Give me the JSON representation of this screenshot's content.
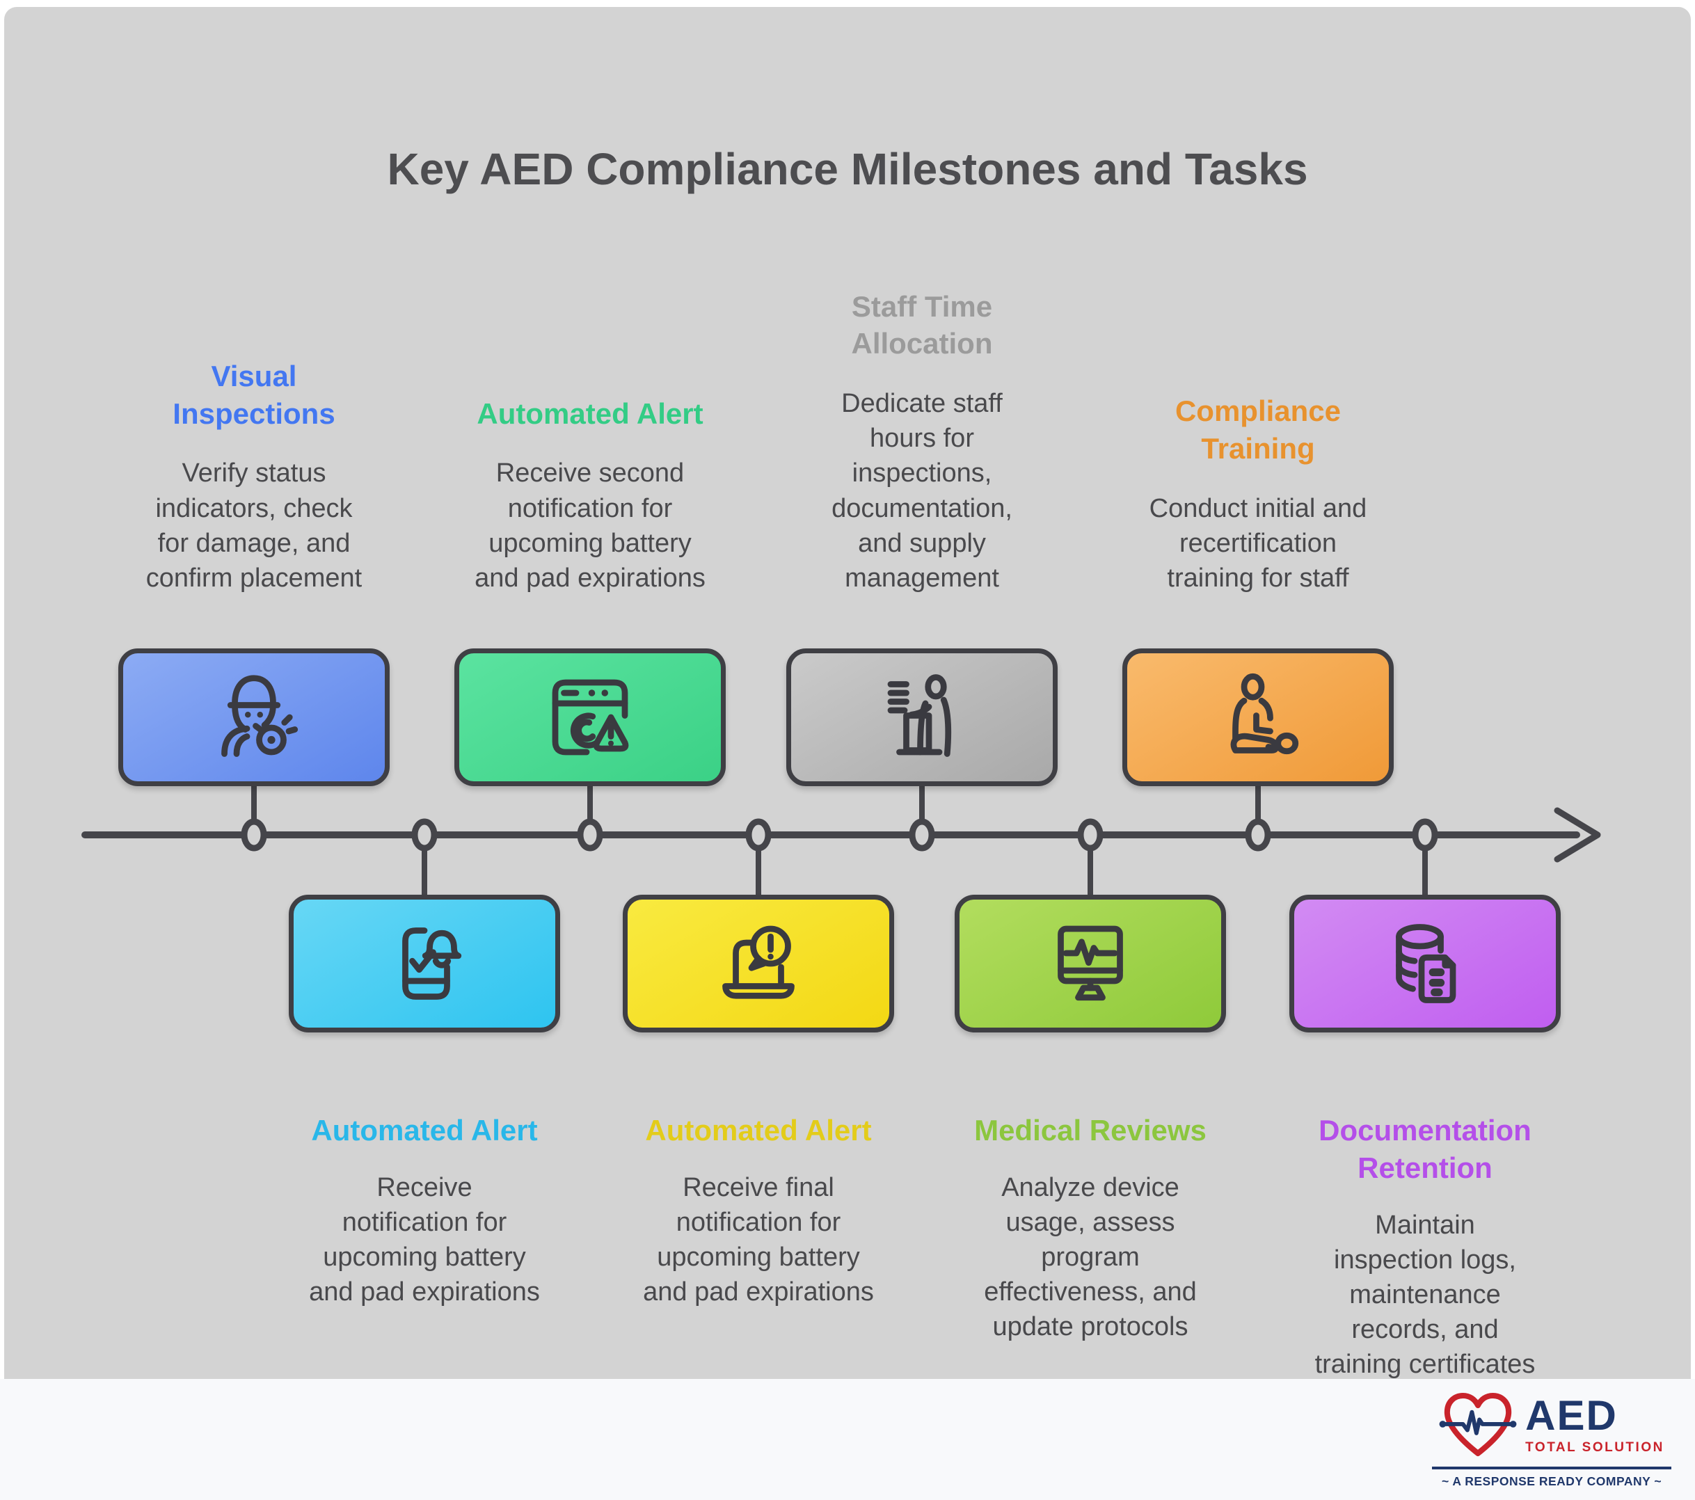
{
  "title": "Key AED Compliance Milestones and Tasks",
  "colors": {
    "background_gray": "#d3d3d3",
    "footer_background": "#f8f9fb",
    "title_text": "#4d4d50",
    "body_text": "#49494c",
    "timeline": "#45454a"
  },
  "milestones": [
    {
      "row": "top",
      "label": "Visual\nInspections",
      "description": "Verify status\nindicators, check\nfor damage, and\nconfirm placement",
      "accent": "#4377f1",
      "gradient_start": "#8cabf4",
      "gradient_end": "#5e86ec",
      "icon": "inspector-whistle-icon"
    },
    {
      "row": "bottom",
      "label": "Automated Alert",
      "description": "Receive\nnotification for\nupcoming battery\nand pad expirations",
      "accent": "#29b7e9",
      "gradient_start": "#67d7f5",
      "gradient_end": "#2ec4f0",
      "icon": "phone-notification-icon"
    },
    {
      "row": "top",
      "label": "Automated Alert",
      "description": "Receive second\nnotification for\nupcoming battery\nand pad expirations",
      "accent": "#33cc85",
      "gradient_start": "#5be3a0",
      "gradient_end": "#3bd186",
      "icon": "browser-alert-icon"
    },
    {
      "row": "bottom",
      "label": "Automated Alert",
      "description": "Receive final\nnotification for\nupcoming battery\nand pad expirations",
      "accent": "#e3cc1a",
      "gradient_start": "#f9ea40",
      "gradient_end": "#f3d814",
      "icon": "laptop-alert-icon"
    },
    {
      "row": "top",
      "label": "Staff Time\nAllocation",
      "description": "Dedicate staff\nhours for\ninspections,\ndocumentation,\nand supply\nmanagement",
      "accent": "#9b9b9b",
      "gradient_start": "#cacaca",
      "gradient_end": "#a9a9a9",
      "icon": "staff-desk-icon"
    },
    {
      "row": "bottom",
      "label": "Medical Reviews",
      "description": "Analyze device\nusage, assess\nprogram\neffectiveness, and\nupdate protocols",
      "accent": "#8cc63e",
      "gradient_start": "#b2dd5e",
      "gradient_end": "#8fca3a",
      "icon": "monitor-ecg-icon"
    },
    {
      "row": "top",
      "label": "Compliance\nTraining",
      "description": "Conduct initial and\nrecertification\ntraining for staff",
      "accent": "#e8922e",
      "gradient_start": "#f9ba6c",
      "gradient_end": "#f09a38",
      "icon": "cpr-training-icon"
    },
    {
      "row": "bottom",
      "label": "Documentation\nRetention",
      "description": "Maintain\ninspection logs,\nmaintenance\nrecords, and\ntraining certificates",
      "accent": "#b44fe9",
      "gradient_start": "#d28bf3",
      "gradient_end": "#c05ef0",
      "icon": "database-doc-icon"
    }
  ],
  "logo": {
    "name": "AED",
    "subtitle": "TOTAL SOLUTION",
    "tagline": "~ A RESPONSE READY COMPANY ~",
    "navy": "#20386b",
    "red": "#c9232b"
  }
}
